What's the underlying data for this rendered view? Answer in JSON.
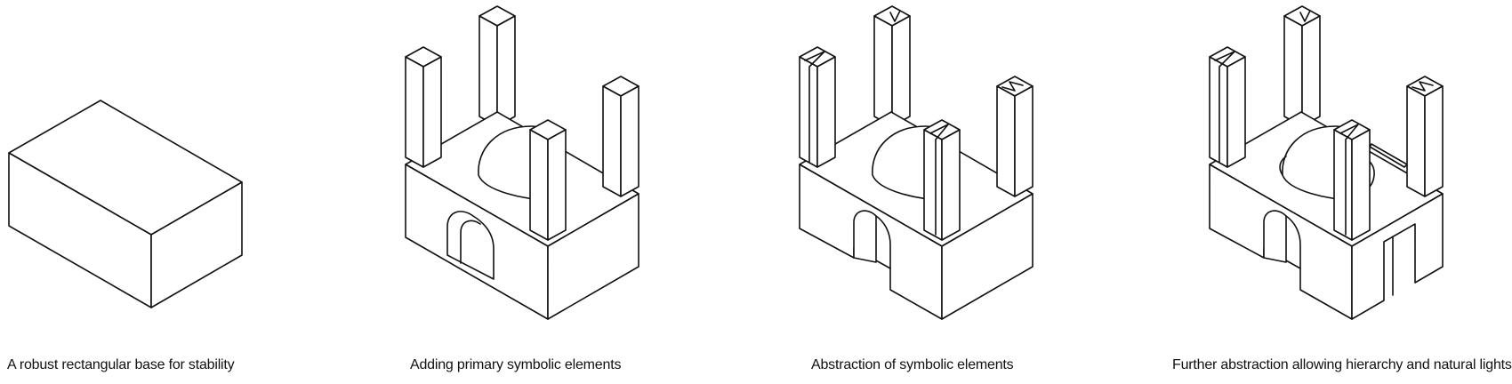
{
  "stages": [
    {
      "caption": "A robust rectangular base for stability"
    },
    {
      "caption": "Adding primary symbolic elements"
    },
    {
      "caption": "Abstraction of symbolic elements"
    },
    {
      "caption": "Further abstraction allowing hierarchy and natural lights"
    }
  ]
}
